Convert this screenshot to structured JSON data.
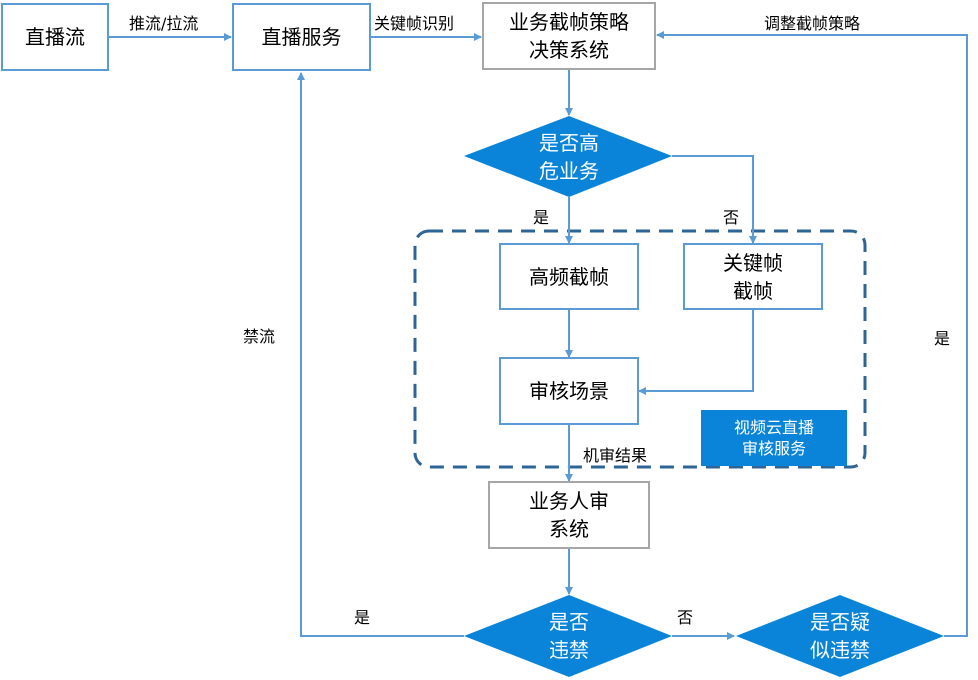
{
  "colors": {
    "box_border": "#5b9bd5",
    "decision_box_border": "#a6a6a6",
    "diamond_fill": "#0a84d8",
    "connector": "#5b9bd5",
    "dashed_group": "#2e6496"
  },
  "nodes": {
    "live_stream": "直播流",
    "live_service": "直播服务",
    "strategy_system": "业务截帧策略\n决策系统",
    "high_risk_decision": "是否高\n危业务",
    "high_freq_capture": "高频截帧",
    "keyframe_capture": "关键帧\n截帧",
    "review_scene": "审核场景",
    "cloud_review_service": "视频云直播\n审核服务",
    "human_review_system": "业务人审\n系统",
    "violation_decision": "是否\n违禁",
    "suspected_violation_decision": "是否疑\n似违禁"
  },
  "edge_labels": {
    "push_pull": "推流/拉流",
    "keyframe_detect": "关键帧识别",
    "adjust_strategy": "调整截帧策略",
    "yes_high_risk": "是",
    "no_high_risk": "否",
    "machine_result": "机审结果",
    "ban_stream": "禁流",
    "yes_violation": "是",
    "no_violation": "否",
    "yes_suspected": "是"
  }
}
